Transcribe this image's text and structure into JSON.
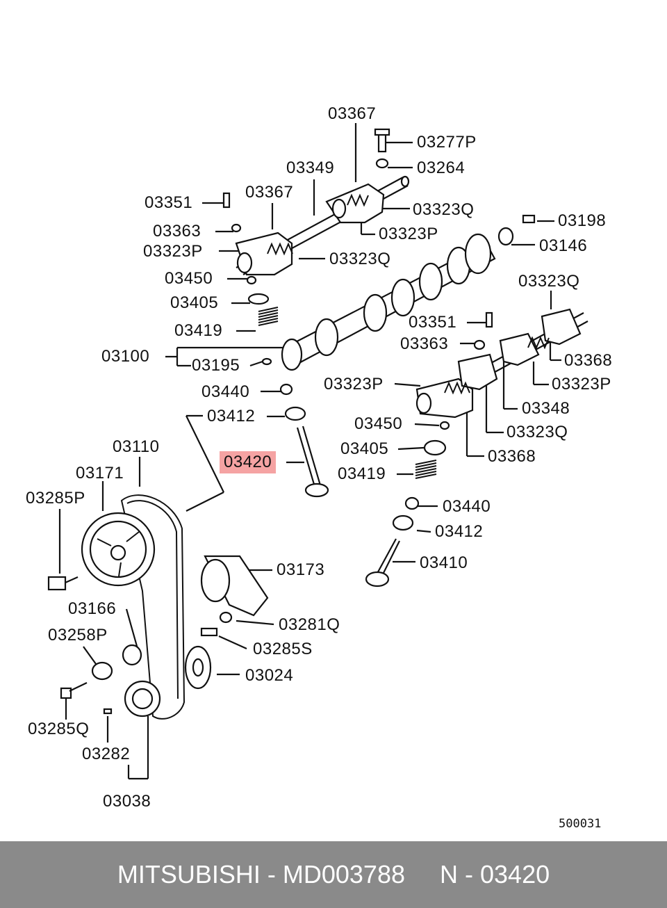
{
  "diagram": {
    "callouts": [
      "03367",
      "03277P",
      "03349",
      "03264",
      "03351",
      "03367",
      "03323Q",
      "03363",
      "03323P",
      "03198",
      "03323P",
      "03323Q",
      "03146",
      "03450",
      "03323Q",
      "03405",
      "03351",
      "03419",
      "03363",
      "03368",
      "03100",
      "03195",
      "03323P",
      "03440",
      "03323P",
      "03412",
      "03348",
      "03450",
      "03323Q",
      "03110",
      "03420",
      "03405",
      "03368",
      "03171",
      "03419",
      "03285P",
      "03440",
      "03412",
      "03173",
      "03410",
      "03166",
      "03281Q",
      "03258P",
      "03285S",
      "03024",
      "03285Q",
      "03282",
      "03038"
    ],
    "highlighted_part": "03420",
    "reference_code": "500031"
  },
  "footer": {
    "text": "MITSUBISHI - MD003788     N - 03420"
  },
  "colors": {
    "highlight": "#f5a3a3",
    "footer_bg": "#8a8a8a",
    "footer_text": "#ffffff",
    "line": "#111111"
  }
}
